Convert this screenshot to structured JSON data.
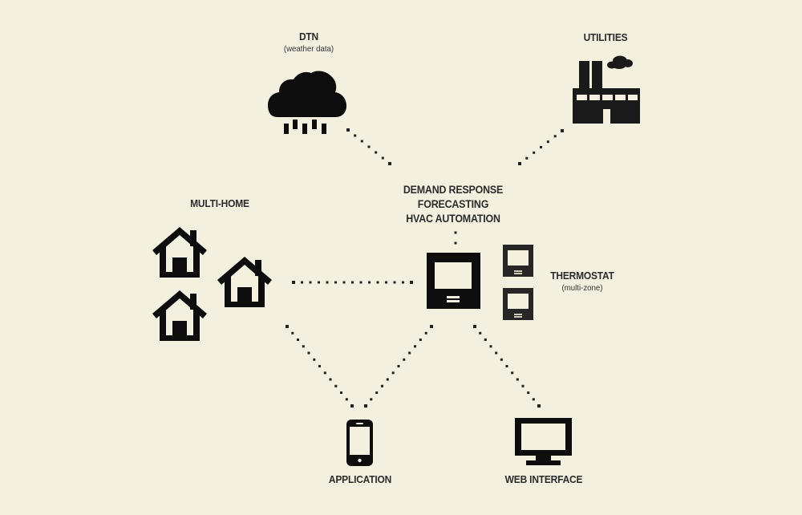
{
  "diagram": {
    "background_color": "#f3f0df",
    "icon_color": "#111111",
    "text_color": "#2b2b2b",
    "center": {
      "lines": [
        "DEMAND RESPONSE",
        "FORECASTING",
        "HVAC AUTOMATION"
      ],
      "icon": "thermostat-main-icon"
    },
    "nodes": {
      "dtn": {
        "title": "DTN",
        "subtitle": "(weather data)",
        "icon": "rain-cloud-icon"
      },
      "utilities": {
        "title": "UTILITIES",
        "icon": "factory-icon"
      },
      "multi_home": {
        "title": "MULTI-HOME",
        "icon": "house-icon",
        "count": 3
      },
      "thermostat": {
        "title": "THERMOSTAT",
        "subtitle": "(multi-zone)",
        "icon": "thermostat-icon",
        "count": 2
      },
      "application": {
        "title": "APPLICATION",
        "icon": "smartphone-icon"
      },
      "web_interface": {
        "title": "WEB INTERFACE",
        "icon": "monitor-icon"
      }
    },
    "connections": [
      {
        "from": "dtn",
        "to": "center"
      },
      {
        "from": "utilities",
        "to": "center"
      },
      {
        "from": "multi_home",
        "to": "center"
      },
      {
        "from": "multi_home",
        "to": "application"
      },
      {
        "from": "center",
        "to": "application"
      },
      {
        "from": "center",
        "to": "web_interface"
      }
    ]
  }
}
